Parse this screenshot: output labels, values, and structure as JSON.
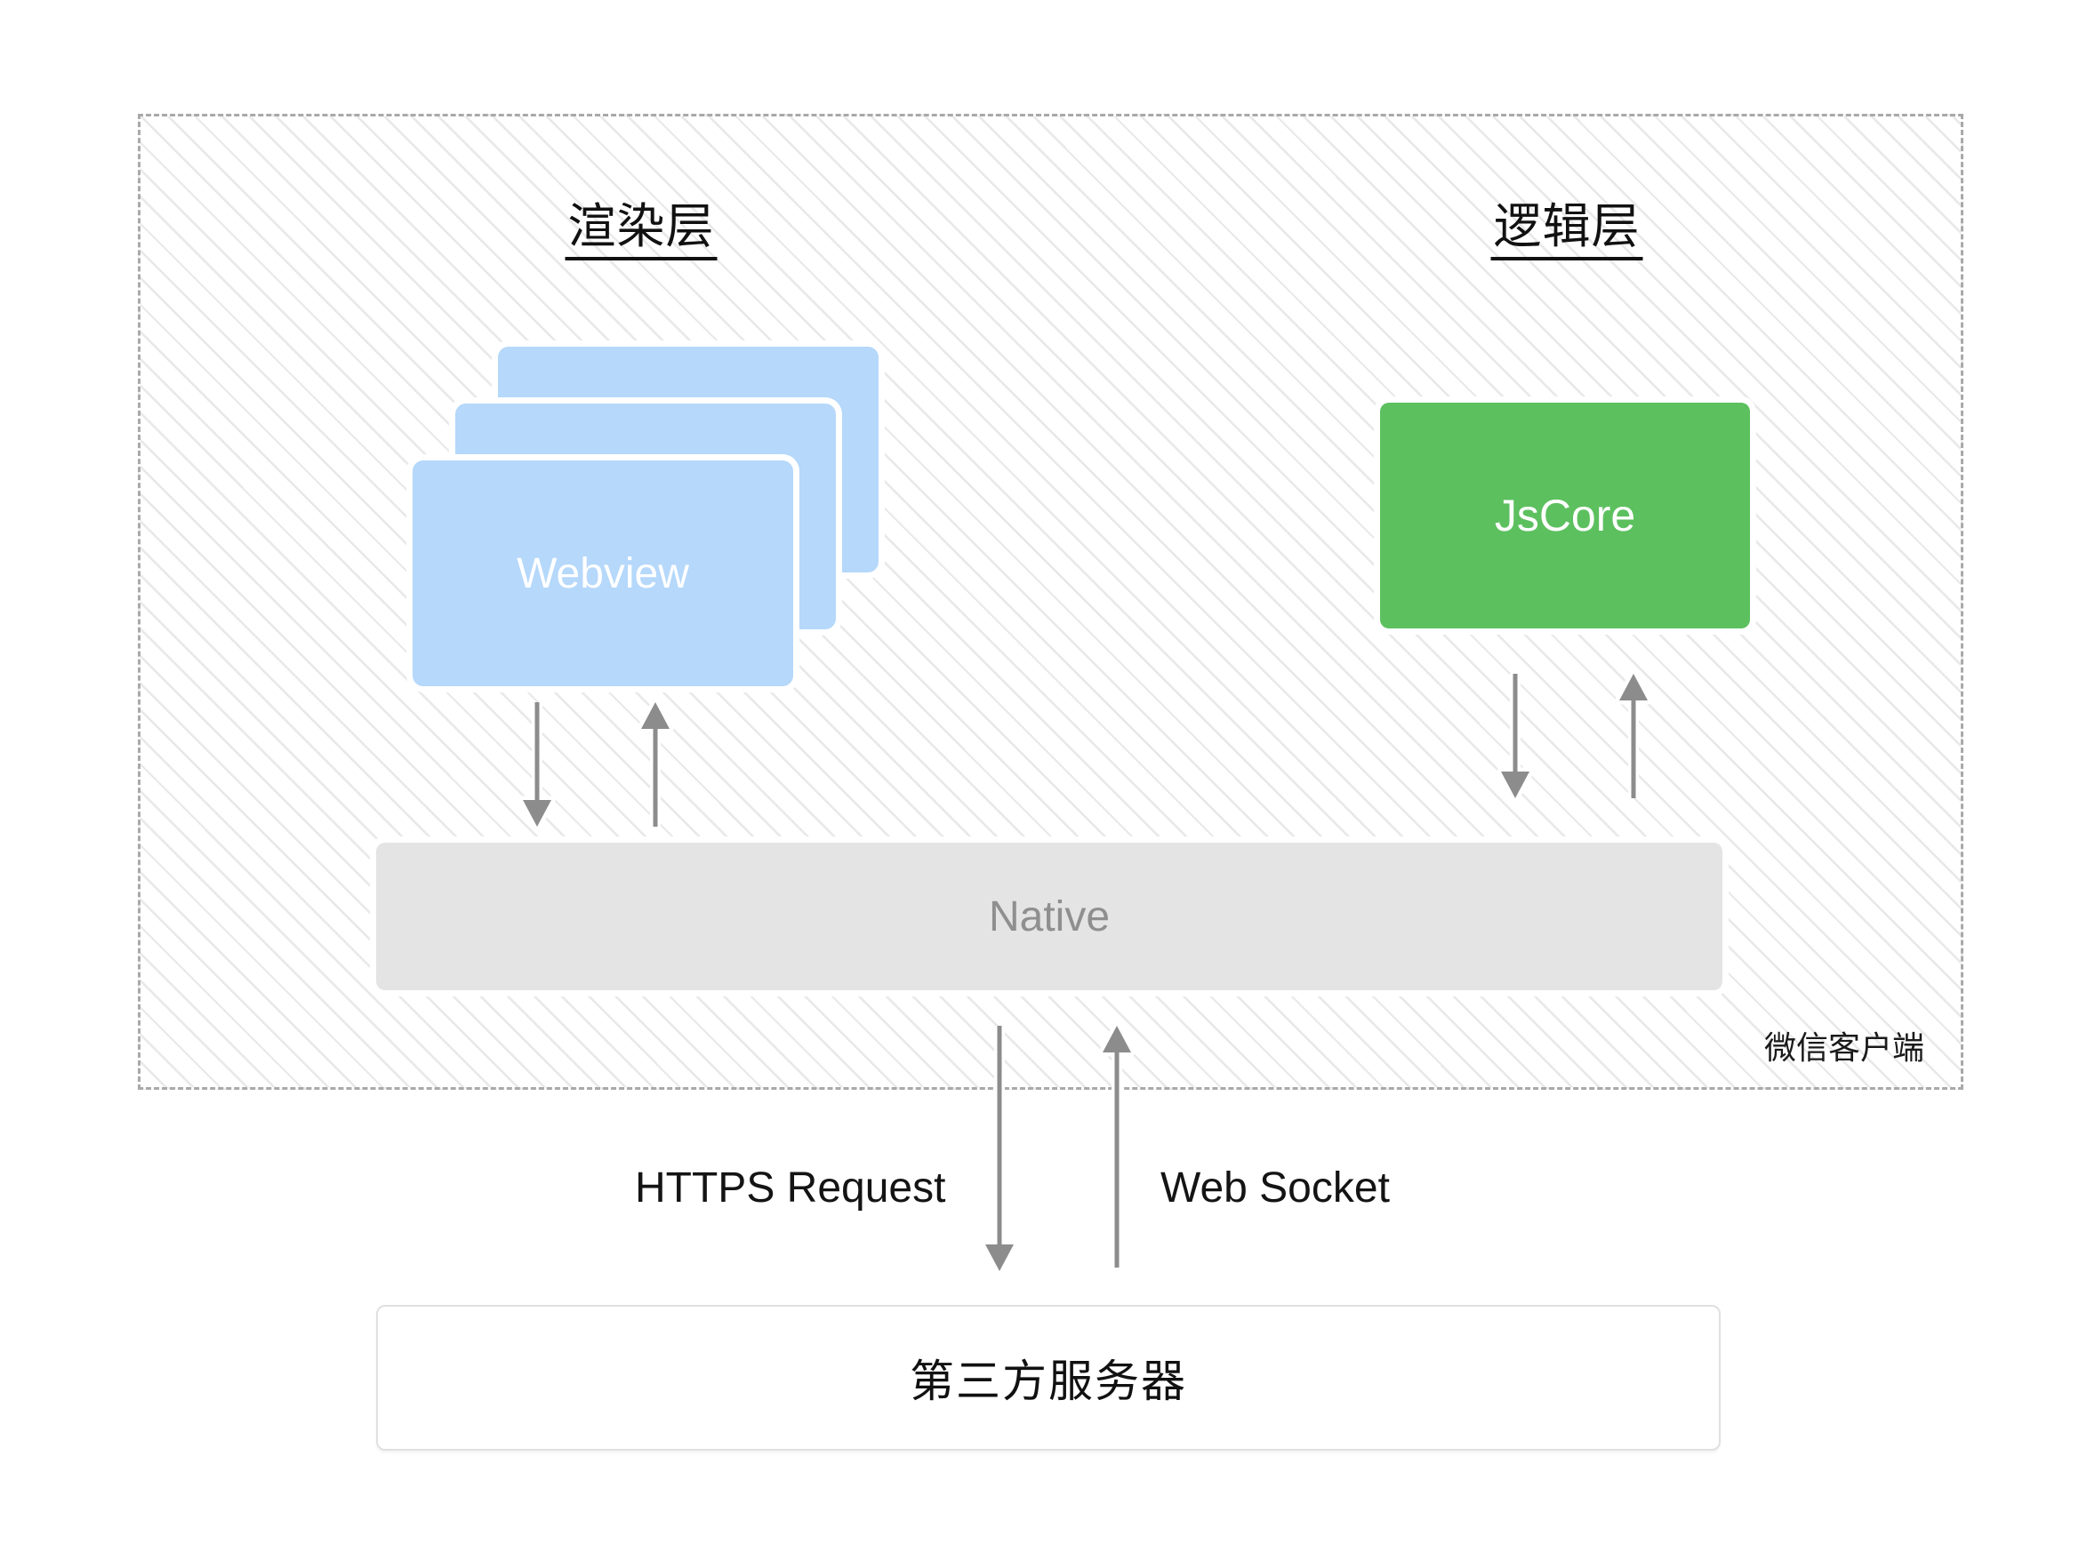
{
  "colors": {
    "webview_blue": "#b5d8fb",
    "jscore_green": "#5cc05f",
    "native_gray": "#e4e4e4",
    "native_text": "#8f8f8f",
    "arrow_gray": "#8c8c8c",
    "dashed_border": "#a9a9a9",
    "hatch_line": "#e8e8e8",
    "server_border": "#e0e0e0"
  },
  "wechat_client": {
    "label": "微信客户端",
    "render_layer": {
      "title": "渲染层",
      "webview_label": "Webview"
    },
    "logic_layer": {
      "title": "逻辑层",
      "jscore_label": "JsCore"
    },
    "native_label": "Native"
  },
  "connections": {
    "https_label": "HTTPS Request",
    "websocket_label": "Web Socket"
  },
  "server": {
    "label": "第三方服务器"
  }
}
